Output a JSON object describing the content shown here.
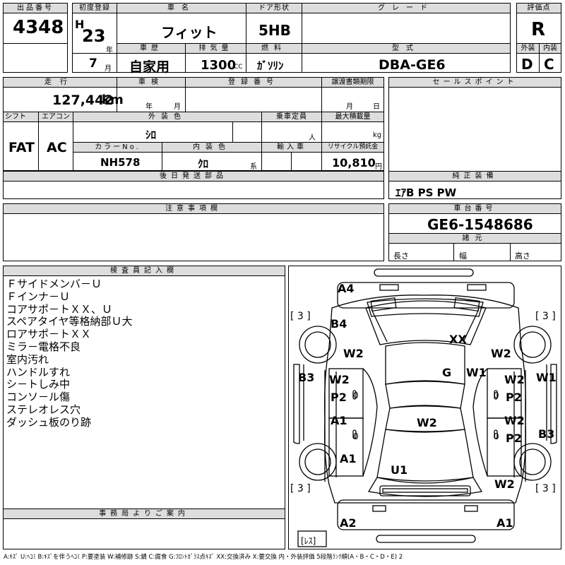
{
  "header": {
    "lot_no_label": "出品番号",
    "lot_no": "4348",
    "first_reg_label": "初度登録",
    "era": "H",
    "year": "23",
    "year_unit": "年",
    "month": "7",
    "month_unit": "月",
    "car_name_label": "車名",
    "car_name": "フィット",
    "door_label": "ドア形状",
    "door": "5HB",
    "grade_label": "グレード",
    "grade": "",
    "score_label": "評価点",
    "score": "R",
    "history_label": "車歴",
    "history": "自家用",
    "displacement_label": "排気量",
    "displacement": "1300",
    "displacement_unit": "CC",
    "fuel_label": "燃料",
    "fuel": "ｶﾞｿﾘﾝ",
    "model_label": "型式",
    "model": "DBA-GE6",
    "exterior_label": "外装",
    "exterior": "D",
    "interior_label": "内装",
    "interior": "C"
  },
  "row2": {
    "mileage_label": "走行",
    "mileage": "127,442",
    "mileage_unit": "km",
    "inspection_label": "車検",
    "inspection_year_unit": "年",
    "inspection_month_unit": "月",
    "reg_no_label": "登録番号",
    "transfer_label": "譲渡書類期限",
    "transfer_month_unit": "月",
    "transfer_day_unit": "日",
    "sales_point_label": "セールスポイント"
  },
  "row3": {
    "shift_label": "シフト",
    "shift": "FAT",
    "ac_label": "エアコン",
    "ac": "AC",
    "ext_color_label": "外装色",
    "ext_color": "ｼﾛ",
    "capacity_label": "乗車定員",
    "capacity_unit": "人",
    "load_label": "最大積載量",
    "load_unit": "kg",
    "color_no_label": "カラーNo.",
    "color_no": "NH578",
    "int_color_label": "内装色",
    "int_color": "ｸﾛ",
    "int_color_unit": "系",
    "import_label": "輸入車",
    "recycle_label": "リサイクル預託金",
    "recycle": "10,810",
    "recycle_unit": "円"
  },
  "later_parts_label": "後日発送部品",
  "equipment_label": "純正装備",
  "equipment": "ｴｱB PS PW",
  "notes_label": "注意事項欄",
  "chassis_label": "車台番号",
  "chassis": "GE6-1548686",
  "specs_label": "諸元",
  "length_label": "長さ",
  "width_label": "幅",
  "height_label": "高さ",
  "inspector_label": "検査員記入欄",
  "inspector_notes": [
    "Ｆサイドメンバ－Ｕ",
    "Ｆインナ－Ｕ",
    "コアサポ－トＸＸ、Ｕ",
    "スペアタイヤ等格納部Ｕ大",
    "ロアサポ－トＸＸ",
    "ミラ－電格不良",
    "室内汚れ",
    "ハンドルすれ",
    "シ－トしみ中",
    "コンソ－ル傷",
    "ステレオレス穴",
    "ダッシュ板のり跡"
  ],
  "office_label": "事務局よりご案内",
  "diagram": {
    "marks": {
      "a4": "A4",
      "b4": "B4",
      "w2_l1": "W2",
      "w2_r1": "W2",
      "xx": "XX",
      "b3_l": "B3",
      "w2_l2": "W2",
      "p2_l1": "P2",
      "g": "G",
      "w1_c": "W1",
      "w2_r2": "W2",
      "p2_r1": "P2",
      "w1_r": "W1",
      "a1_l1": "A1",
      "w2_c": "W2",
      "w2_r3": "W2",
      "p2_r2": "P2",
      "b3_r": "B3",
      "a1_l2": "A1",
      "u1": "U1",
      "w2_r4": "W2",
      "a2": "A2",
      "a1_r": "A1"
    },
    "tire_tl": "[ 3 ]",
    "tire_tr": "[ 3 ]",
    "tire_bl": "[ 3 ]",
    "tire_br": "[ 3 ]",
    "spare": "[ﾚｽ]",
    "zero": "0"
  },
  "legend": "A:ｷｽﾞ U:ﾍｺﾐ B:ｷｽﾞを伴うﾍｺﾐ P:要塗装 W:補修跡 S:錆 C:腐食 G:ﾌﾛﾝﾄｶﾞﾗｽ点ｷｽﾞ XX:交換済み X:要交換 内・外装評価 5段階ﾗﾝｸ順(A・B・C・D・E) 2"
}
